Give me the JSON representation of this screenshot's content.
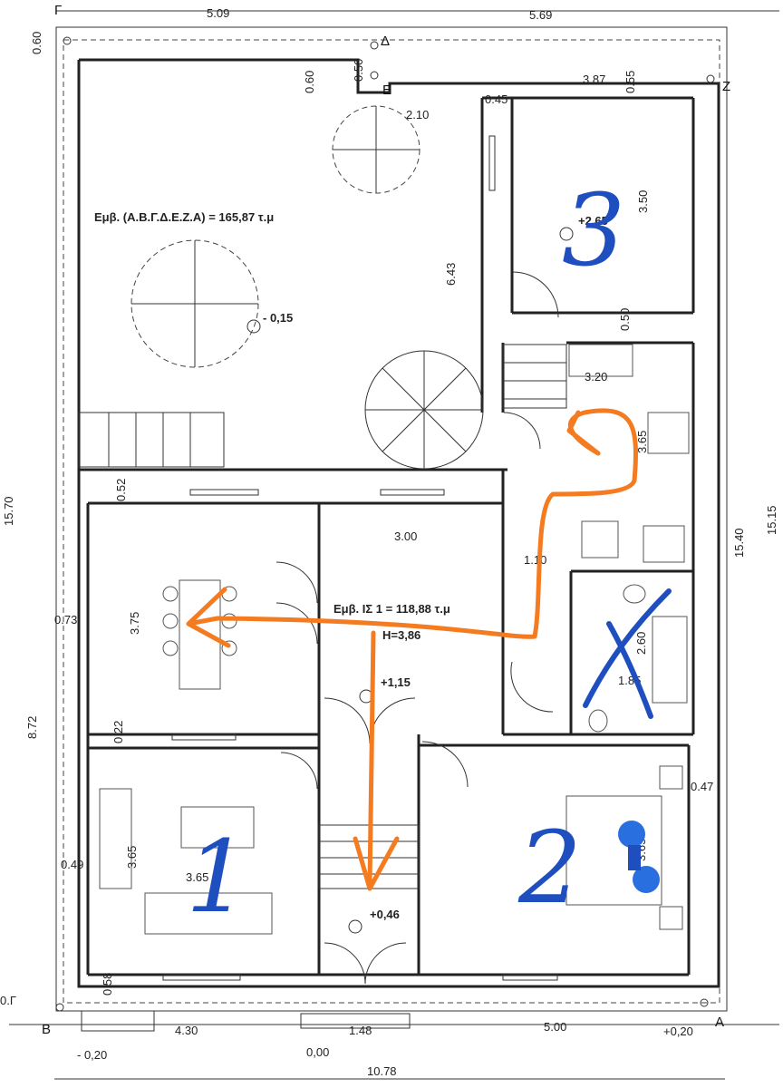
{
  "corners": {
    "g": "Γ",
    "d": "Δ",
    "e": "Ε",
    "z": "Ζ",
    "b": "Β",
    "a": "Α",
    "og": "0.Γ"
  },
  "dims": {
    "top_left": "5.09",
    "top_right": "5.69",
    "left_top": "0.60",
    "d050": "0.50",
    "d060": "0.60",
    "d387": "3.87",
    "d055": "0.55",
    "d045": "0.45",
    "d210": "2.10",
    "d643": "6.43",
    "d350": "3.50",
    "d050b": "0.50",
    "d320": "3.20",
    "d365k": "3.65",
    "d052": "0.52",
    "d300": "3.00",
    "d110": "1.10",
    "d073": "0.73",
    "d375": "3.75",
    "d260": "2.60",
    "d185": "1.85",
    "d022": "0.22",
    "d872": "8.72",
    "d1540": "15.40",
    "d1515": "15.15",
    "d1570": "15.70",
    "d047": "0.47",
    "d049": "0.49",
    "d365a": "3.65",
    "d365b": "3.65",
    "d365bed": "3.65",
    "d058": "0.58",
    "d430": "4.30",
    "d148": "1.48",
    "d500": "5.00",
    "d1078": "10.78"
  },
  "areas": {
    "plot": "Εμβ. (Α.Β.Γ.Δ.Ε.Ζ.Α) = 165,87 τ.μ",
    "floor": "Εμβ. ΙΣ 1 = 118,88 τ.μ",
    "height": "H=3,86"
  },
  "levels": {
    "yard": "- 0,15",
    "roof": "+2,65",
    "floor": "+1,15",
    "entrance": "+0,46",
    "a": "+0,20",
    "b": "- 0,20",
    "street": "0,00"
  },
  "handwritten": {
    "room1": "1",
    "room2": "2",
    "room3": "3"
  },
  "colors": {
    "orange": "#f47b20",
    "blue": "#1f4fbf",
    "dot": "#2a6fe0"
  }
}
